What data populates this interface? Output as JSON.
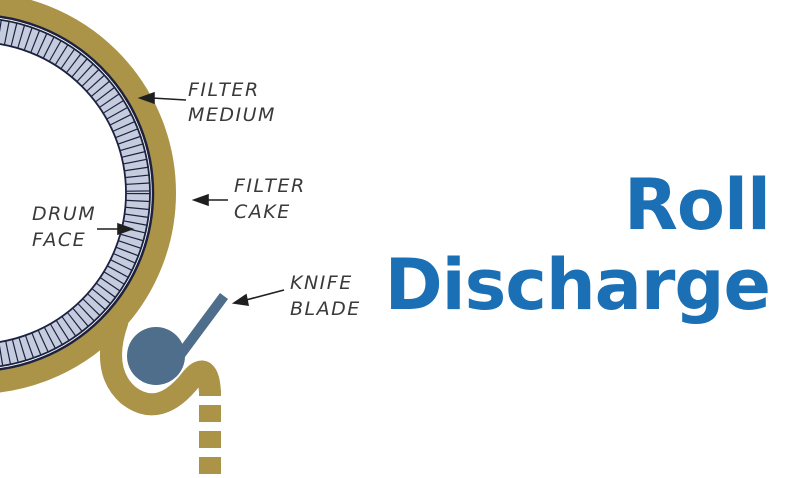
{
  "title": {
    "line1": "Roll",
    "line2": "Discharge"
  },
  "labels": {
    "filter_medium": [
      "FILTER",
      "MEDIUM"
    ],
    "filter_cake": [
      "FILTER",
      "CAKE"
    ],
    "drum_face": [
      "DRUM",
      "FACE"
    ],
    "knife_blade": [
      "KNIFE",
      "BLADE"
    ]
  },
  "colors": {
    "cake": "#ab9347",
    "drum_segment": "#c5ccde",
    "drum_outline": "#1c2240",
    "roll": "#4f6e8b",
    "blade": "#4f6e8b",
    "arrow": "#1f1f1f",
    "title": "#1a6fb5"
  }
}
